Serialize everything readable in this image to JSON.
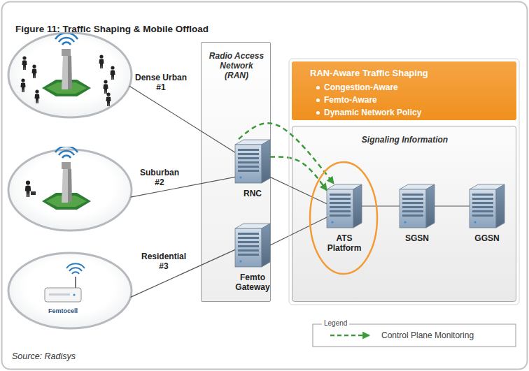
{
  "diagram": {
    "title": "Figure 11: Traffic Shaping & Mobile Offload",
    "nodes": [
      {
        "text": [
          "Dense Urban #1"
        ]
      },
      {
        "text": [
          "Suburban #2"
        ]
      },
      {
        "text": [
          "Femtocell",
          "Residential #3"
        ]
      },
      {
        "text": [
          "Radio Access Network (RAN)"
        ]
      },
      {
        "text": [
          "RNC"
        ],
        "in": 3
      },
      {
        "text": [
          "Femto Gateway"
        ],
        "in": 3
      },
      {
        "text": [
          "RAN-Aware Traffic Shaping",
          "Congestion-Aware",
          "Femto-Aware",
          "Dynamic Network Policy"
        ]
      },
      {
        "text": [
          "Signaling Information"
        ]
      },
      {
        "text": [
          "ATS Platform"
        ],
        "in": 7
      },
      {
        "text": [
          "SGSN"
        ],
        "in": 7
      },
      {
        "text": [
          "GGSN"
        ],
        "in": 7
      }
    ],
    "edges": [
      {
        "from": 0,
        "to": 4,
        "arrow": "none"
      },
      {
        "from": 1,
        "to": 4,
        "arrow": "none"
      },
      {
        "from": 2,
        "to": 5,
        "arrow": "none"
      },
      {
        "from": 4,
        "to": 8,
        "arrow": "none"
      },
      {
        "from": 5,
        "to": 8,
        "arrow": "none"
      },
      {
        "from": 8,
        "to": 9,
        "arrow": "none"
      },
      {
        "from": 9,
        "to": 10,
        "arrow": "none"
      },
      {
        "from": 4,
        "to": 8,
        "arrow": "to"
      },
      {
        "from": 4,
        "to": 8,
        "arrow": "to"
      }
    ],
    "labels": [
      "Legend",
      "Source: Radisys"
    ],
    "legend": [
      {
        "text": "Control Plane Monitoring"
      }
    ]
  }
}
